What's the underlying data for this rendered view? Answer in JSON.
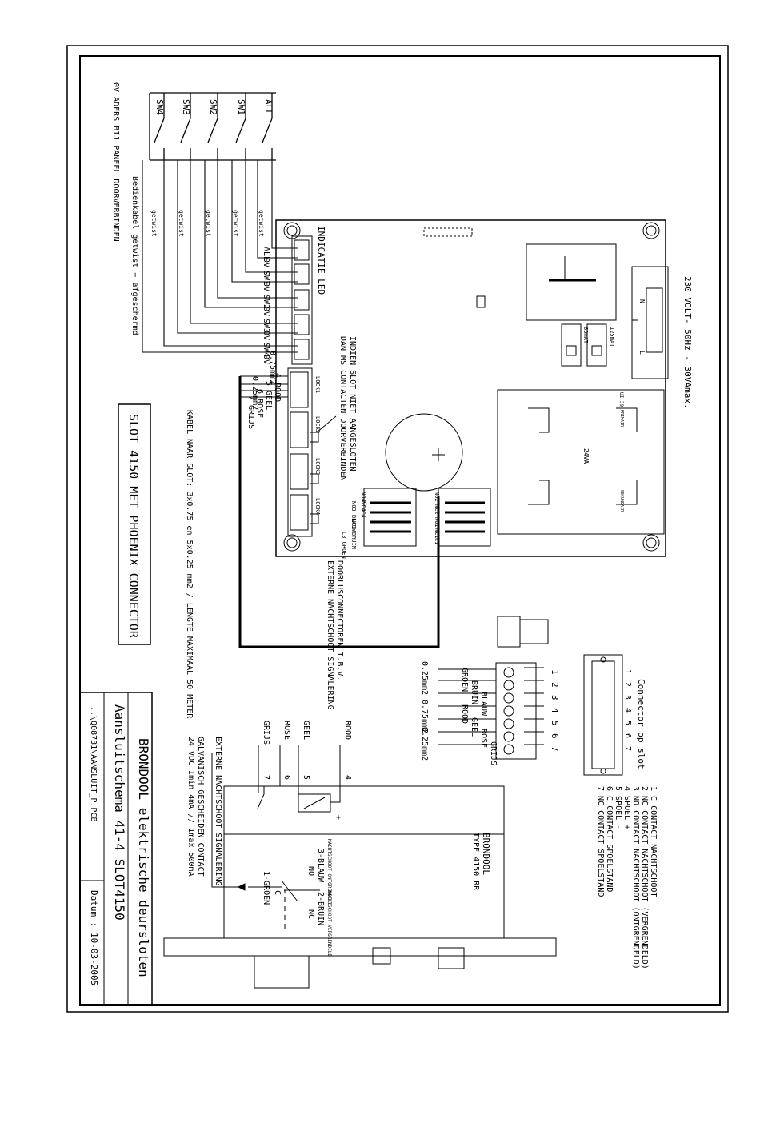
{
  "switches": {
    "labels": [
      "ALL",
      "SW1",
      "SW2",
      "SW3",
      "SW4"
    ],
    "common": "0V ADERS BIJ PANEEL DOORVERBINDEN",
    "twisted": "getwist",
    "cable_note": "Bedienkabel getwist + afgeschermd"
  },
  "led_block": {
    "title": "INDICATIE LED",
    "terminals": [
      {
        "top": "ALL",
        "bottom": "0V",
        "tiny": "ALL"
      },
      {
        "top": "SW1",
        "bottom": "0V",
        "tiny": "SW1"
      },
      {
        "top": "SW2",
        "bottom": "0V",
        "tiny": "SW2"
      },
      {
        "top": "SW3",
        "bottom": "0V",
        "tiny": "SW3"
      },
      {
        "top": "SW4",
        "bottom": "0V",
        "tiny": "SW4"
      }
    ]
  },
  "lock_terminals": {
    "note_line1": "INDIEN SLOT NIET AANGESLOTEN",
    "note_line2": "DAN MS CONTACTEN DOORVERBINDEN",
    "groups": [
      "LOCK1",
      "LOCK2",
      "LOCK3",
      "LOCK4"
    ],
    "pin_labels": [
      "+",
      "-",
      "MS"
    ]
  },
  "lock_cable": {
    "wires": [
      "4 ROOD",
      "5 GEEL",
      "6 ROSE",
      "7 GRIJS"
    ],
    "size_1": "0.75mm2",
    "size_2": "0.25mm2",
    "note": "KABEL NAAR SLOT: 3x0.75 en 5x0.25 mm2 / LENGTE MAXIMAAL 50 METER"
  },
  "board": {
    "supply": "230 VOLT- 50Hz - 30VAmax.",
    "fuse_1": "125mAT",
    "fuse_2": "63mAT",
    "terminal_marks": [
      "L",
      "N"
    ],
    "transformer": "24VA",
    "transformer_code": "UI 39",
    "primary": "PRIMAIR",
    "secondary": "SECUNDAIR"
  },
  "loop_connectors": {
    "title_1": "DOORLUSCONNECTOREN T.B.V.",
    "title_2": "EXTERNE NACHTSCHOOT SIGNALERING",
    "left": [
      "NO2",
      "NC2",
      "NO1",
      "NC1",
      "C1"
    ],
    "right": [
      "NO4",
      "NC4",
      "C4",
      "NO3 BLAUW",
      "NC3 BRUIN",
      "C3 GROEN"
    ]
  },
  "lock_connector": {
    "title": "Connector op slot",
    "pin_numbers": [
      "1",
      "2",
      "3",
      "4",
      "5",
      "6",
      "7"
    ],
    "wire_colors": [
      "GROEN",
      "BRUIN",
      "BLAUW",
      "ROOD",
      "GEEL",
      "ROSE",
      "GRIJS"
    ],
    "sizes": [
      "0.25mm2",
      "0.75mm2",
      "0.25mm2"
    ],
    "legend": [
      "1 C CONTACT NACHTSCHOOT",
      "2 NC CONTACT NACHTSCHOOT (VERGRENDELD)",
      "3 NO CONTACT NACHTSCHOOT (ONTGRENDELD)",
      "4 SPOEL +",
      "5 SPOEL -",
      "6 C CONTACT SPOELSTAND",
      "7 NC CONTACT SPOELSTAND"
    ]
  },
  "lock": {
    "brand": "BRONDOOL",
    "type": "TYPE 4150 RR",
    "wire_numbers": [
      "4",
      "5",
      "6",
      "7"
    ],
    "wire_names": [
      "ROOD",
      "GEEL",
      "ROSE",
      "GRIJS"
    ],
    "ext_signal": "EXTERNE NACHTSCHOOT SIGNALERING",
    "galvanic": "GALVANISCH GESCHEIDEN CONTACT",
    "rating": "24 VDC Imin 4mA // Imax 500mA",
    "contact_labels": [
      "3-BLAUW",
      "2-BRUIN",
      "1-GROEN",
      "NO",
      "NC",
      "C",
      "+"
    ],
    "state_open": "NACHTSCHOOT ONTGRENDELD",
    "state_locked": "NACHTSCHOOT VERGRENDELD"
  },
  "title_block": {
    "big_title": "SLOT 4150 MET PHOENIX CONNECTOR",
    "company": "BRONDOOL elektrische deursloten",
    "drawing": "Aansluitschema 41-4   SLOT4150",
    "path": "..\\Q08731\\AANSLUIT_P.PCB",
    "date": "Datum : 10-03-2005"
  }
}
